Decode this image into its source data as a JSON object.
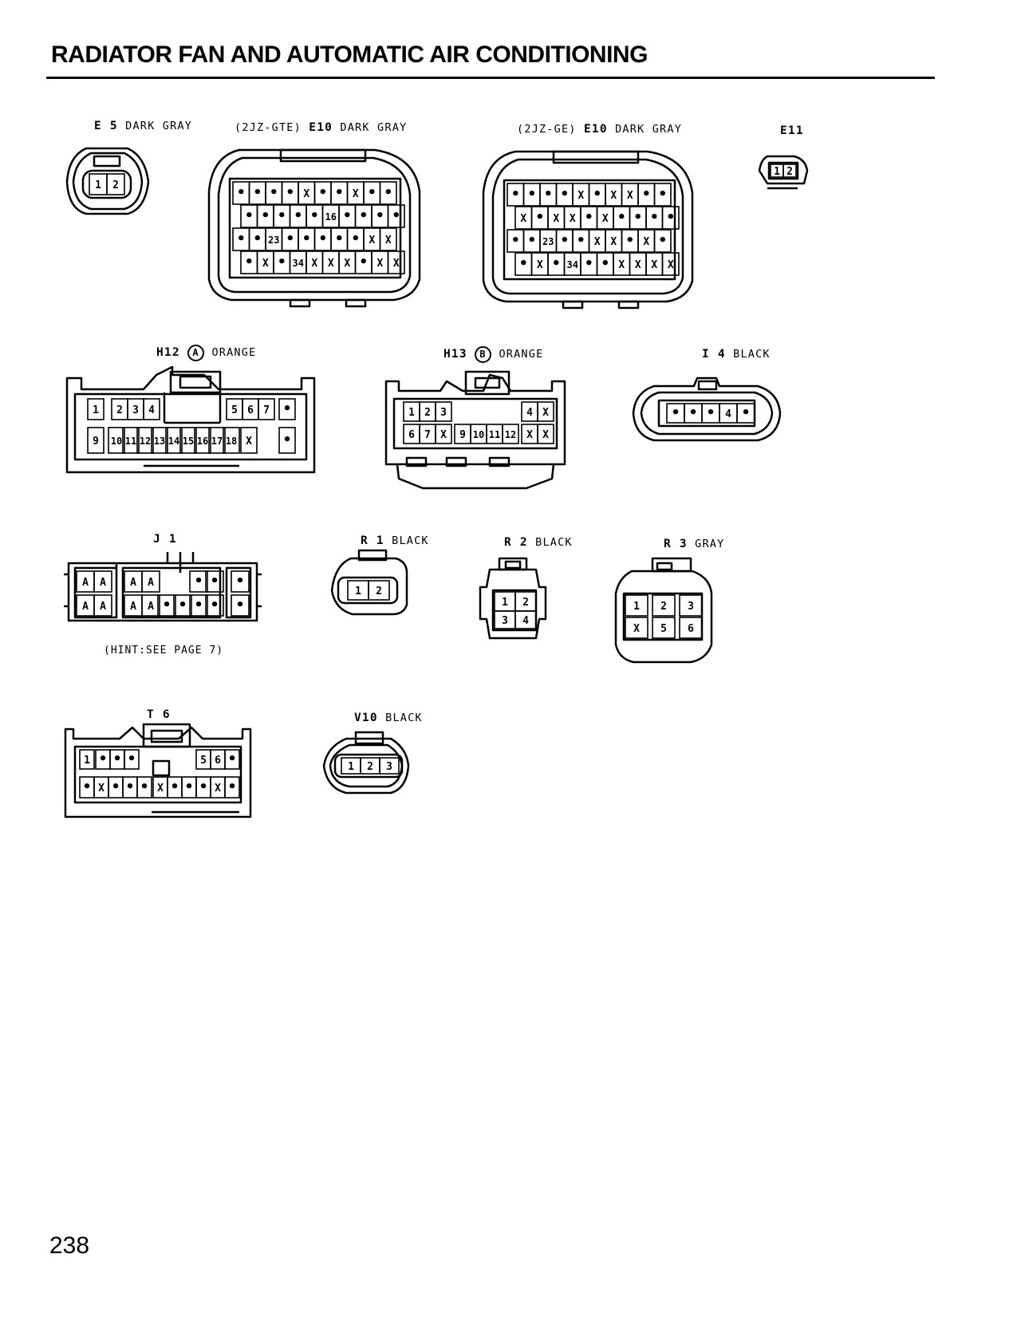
{
  "page": {
    "title": "RADIATOR FAN AND AUTOMATIC AIR CONDITIONING",
    "number": "238"
  },
  "connectors": [
    {
      "code": "E 5",
      "prefix": "",
      "circle": "",
      "color": "DARK GRAY",
      "rows": [
        [
          "1",
          "2"
        ]
      ]
    },
    {
      "code": "E10",
      "prefix": "(2JZ-GTE)",
      "circle": "",
      "color": "DARK GRAY",
      "rows": [
        [
          "•",
          "•",
          "•",
          "•",
          "X",
          "•",
          "•",
          "X",
          "•",
          "•"
        ],
        [
          "•",
          "•",
          "•",
          "•",
          "•",
          "16",
          "•",
          "•",
          "•",
          "•"
        ],
        [
          "•",
          "•",
          "23",
          "•",
          "•",
          "•",
          "•",
          "•",
          "X",
          "X"
        ],
        [
          "•",
          "X",
          "•",
          "34",
          "X",
          "X",
          "X",
          "•",
          "X",
          "X"
        ]
      ]
    },
    {
      "code": "E10",
      "prefix": "(2JZ-GE)",
      "circle": "",
      "color": "DARK GRAY",
      "rows": [
        [
          "•",
          "•",
          "•",
          "•",
          "X",
          "•",
          "X",
          "X",
          "•",
          "•"
        ],
        [
          "X",
          "•",
          "X",
          "X",
          "•",
          "X",
          "•",
          "•",
          "•",
          "•"
        ],
        [
          "•",
          "•",
          "23",
          "•",
          "•",
          "X",
          "X",
          "•",
          "X",
          "•"
        ],
        [
          "•",
          "X",
          "•",
          "34",
          "•",
          "•",
          "X",
          "X",
          "X",
          "X"
        ]
      ]
    },
    {
      "code": "E11",
      "prefix": "",
      "circle": "",
      "color": "",
      "rows": [
        [
          "1",
          "2"
        ]
      ]
    },
    {
      "code": "H12",
      "prefix": "",
      "circle": "A",
      "color": "ORANGE",
      "rows": [
        [
          "1",
          "2",
          "3",
          "4",
          "5",
          "6",
          "7",
          "•"
        ],
        [
          "9",
          "10",
          "11",
          "12",
          "13",
          "14",
          "15",
          "16",
          "17",
          "18",
          "X",
          "•"
        ]
      ]
    },
    {
      "code": "H13",
      "prefix": "",
      "circle": "B",
      "color": "ORANGE",
      "rows": [
        [
          "1",
          "2",
          "3",
          "4",
          "X"
        ],
        [
          "6",
          "7",
          "X",
          "9",
          "10",
          "11",
          "12",
          "X",
          "X"
        ]
      ]
    },
    {
      "code": "I 4",
      "prefix": "",
      "circle": "",
      "color": "BLACK",
      "rows": [
        [
          "•",
          "•",
          "•",
          "4",
          "•"
        ]
      ]
    },
    {
      "code": "J 1",
      "prefix": "",
      "circle": "",
      "color": "",
      "rows": [
        [
          "A",
          "A",
          "A",
          "A",
          "•",
          "•",
          "•"
        ],
        [
          "A",
          "A",
          "A",
          "A",
          "•",
          "•",
          "•",
          "•",
          "•",
          "•"
        ]
      ]
    },
    {
      "code": "R 1",
      "prefix": "",
      "circle": "",
      "color": "BLACK",
      "rows": [
        [
          "1",
          "2"
        ]
      ]
    },
    {
      "code": "R 2",
      "prefix": "",
      "circle": "",
      "color": "BLACK",
      "rows": [
        [
          "1",
          "2"
        ],
        [
          "3",
          "4"
        ]
      ]
    },
    {
      "code": "R 3",
      "prefix": "",
      "circle": "",
      "color": "GRAY",
      "rows": [
        [
          "1",
          "2",
          "3"
        ],
        [
          "X",
          "5",
          "6"
        ]
      ]
    },
    {
      "code": "T 6",
      "prefix": "",
      "circle": "",
      "color": "",
      "rows": [
        [
          "1",
          "•",
          "•",
          "•",
          "5",
          "6",
          "•"
        ],
        [
          "•",
          "X",
          "•",
          "•",
          "•",
          "X",
          "•",
          "•",
          "•",
          "X",
          "•"
        ]
      ]
    },
    {
      "code": "V10",
      "prefix": "",
      "circle": "",
      "color": "BLACK",
      "rows": [
        [
          "1",
          "2",
          "3"
        ]
      ]
    }
  ],
  "hint": "(HINT:SEE PAGE 7)"
}
